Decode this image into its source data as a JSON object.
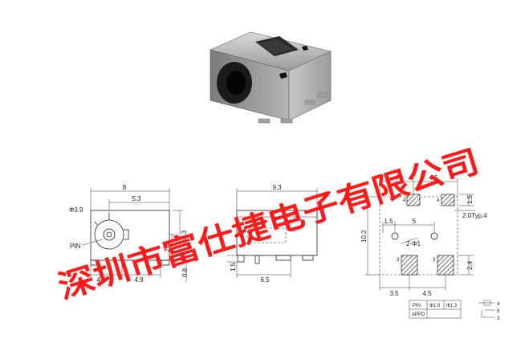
{
  "watermark": {
    "text": "深圳市富仕捷电子有限公司",
    "color": "#ff1a1a"
  },
  "front_view": {
    "dim_top": "8",
    "dim_sub": "5.3",
    "dim_dia": "Φ3.9",
    "dim_right_outer": "5.3",
    "dim_right_inner": "2.5",
    "dim_bottom_left": "4.9",
    "dim_bottom_right": "4.9",
    "dim_bottom_height": "0.8",
    "pin_label": "PIN"
  },
  "side_view": {
    "dim_top": "9.3",
    "dim_left": "1.5",
    "dim_bottom": "6.5"
  },
  "footprint": {
    "dim_top_left": "4",
    "dim_top_right": "4.5",
    "dim_right_top": "1.5",
    "dim_typ": "2.0Typ.4",
    "dim_left": "10.2",
    "dim_mid_small": "1.5",
    "dim_mid": "5",
    "dim_hole": "2-Φ1",
    "dim_right_bottom": "2.4",
    "dim_bottom_left": "3.5",
    "dim_bottom_right": "4.5",
    "pad_top_left": "4",
    "pad_top_right": "4",
    "pad_bottom_left": "3",
    "pad_bottom_right": "3",
    "pin_markers": [
      "4",
      "5",
      "3"
    ]
  },
  "pin_table": {
    "row1_label": "PIN",
    "row1_val1": "Φ1.0",
    "row1_val2": "Φ1.3",
    "row2_label": "APPD"
  }
}
